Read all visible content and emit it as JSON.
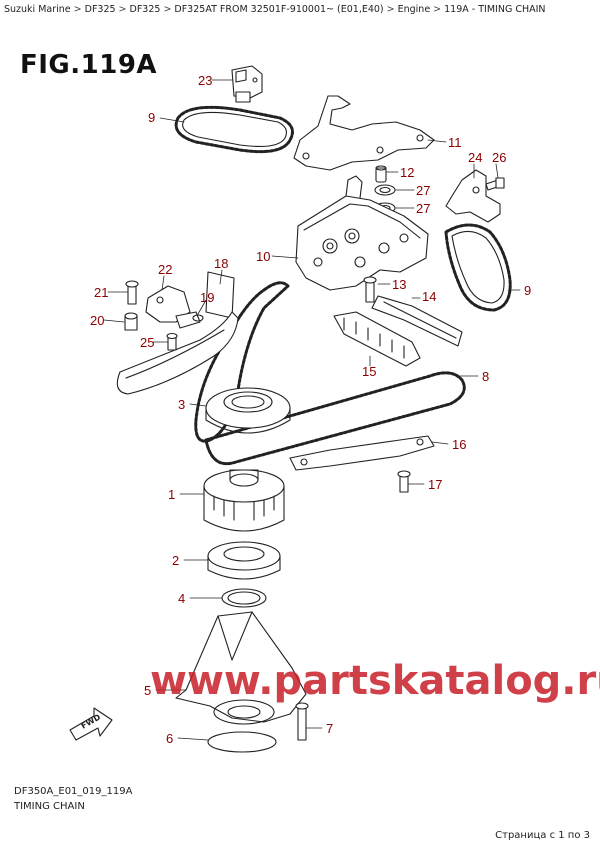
{
  "breadcrumb": [
    "Suzuki Marine",
    "DF325",
    "DF325",
    "DF325AT FROM 32501F-910001~  (E01,E40)",
    "Engine",
    "119A - TIMING CHAIN"
  ],
  "figure_title": "FIG.119A",
  "callouts": {
    "c23": "23",
    "c9a": "9",
    "c11": "11",
    "c12": "12",
    "c24": "24",
    "c26": "26",
    "c27a": "27",
    "c27b": "27",
    "c10": "10",
    "c18": "18",
    "c22": "22",
    "c21": "21",
    "c19": "19",
    "c13": "13",
    "c14": "14",
    "c9b": "9",
    "c20": "20",
    "c25": "25",
    "c15": "15",
    "c8": "8",
    "c3": "3",
    "c16": "16",
    "c17": "17",
    "c1": "1",
    "c2": "2",
    "c4": "4",
    "c5": "5",
    "c7": "7",
    "c6": "6"
  },
  "fwd_label": "FWD",
  "watermark": "www.partskatalog.ru",
  "footer": {
    "code": "DF350A_E01_019_119A",
    "name": "TIMING CHAIN"
  },
  "pager": "Страница с 1 по 3",
  "colors": {
    "callout": "#8b0000",
    "watermark": "#c81e28",
    "line": "#222222"
  }
}
